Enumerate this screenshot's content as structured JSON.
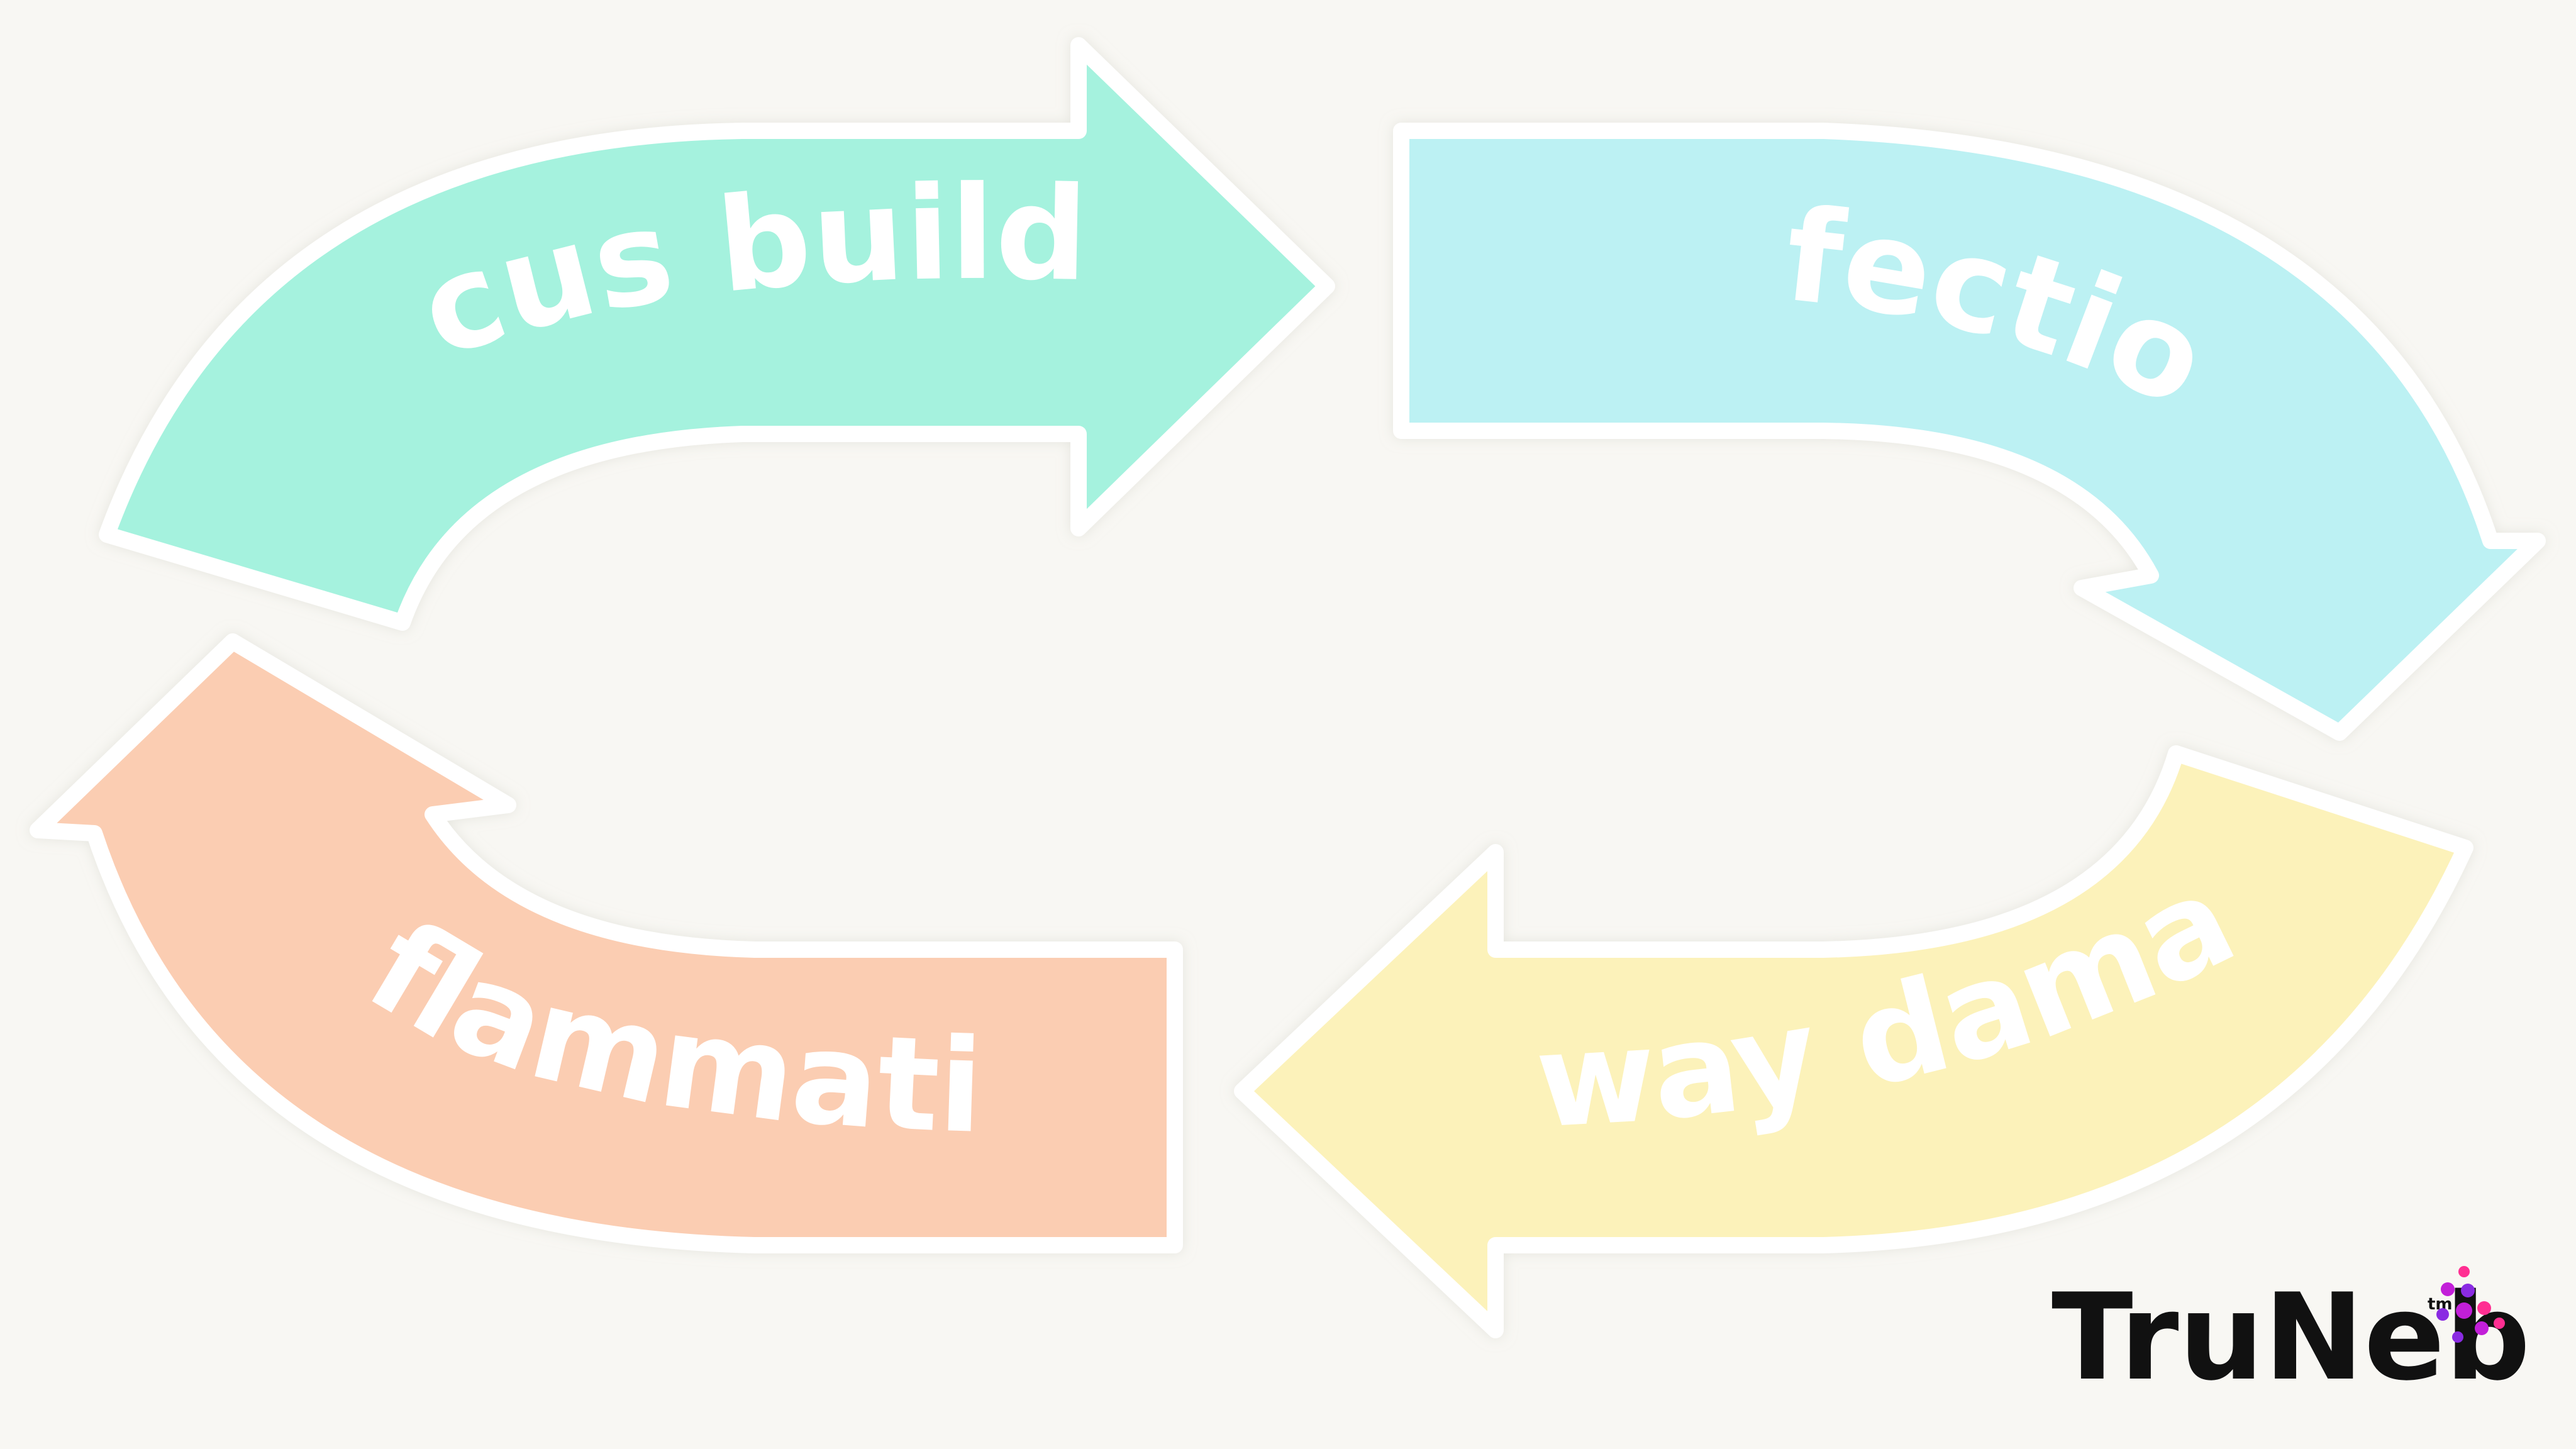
{
  "cycle": {
    "steps": [
      {
        "label": "Mucus buildup",
        "color": "#a5f2de"
      },
      {
        "label": "Infection",
        "color": "#bcf1f3"
      },
      {
        "label": "Airway damage",
        "color": "#fcf2ba"
      },
      {
        "label": "Inflammation",
        "color": "#fbcdb2"
      }
    ]
  },
  "brand": {
    "name": "TruNeb",
    "trademark": "tm",
    "dot_colors": [
      "#ff2f92",
      "#c21fd8",
      "#8a2be2"
    ]
  }
}
